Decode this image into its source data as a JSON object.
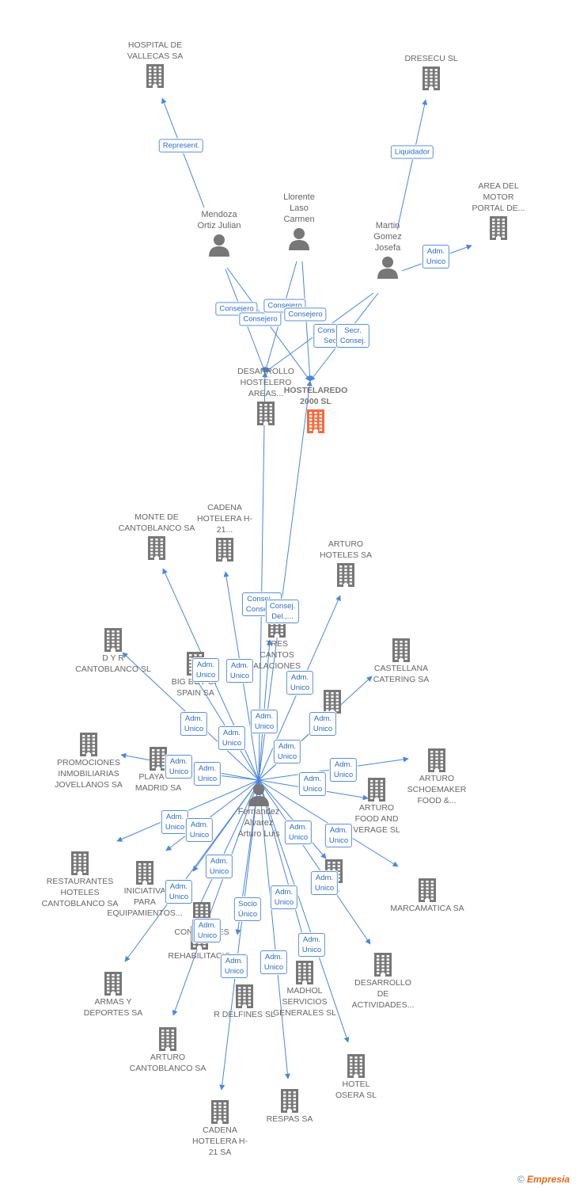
{
  "colors": {
    "edge": "#4a86d8",
    "node": "#777777",
    "main": "#f26a3c",
    "rel_border": "#5b8fd6",
    "rel_text": "#2e6bc0"
  },
  "brand": {
    "copyright": "©",
    "name": "Empresia"
  },
  "nodes": [
    {
      "id": "hospital",
      "label": "HOSPITAL DE\nVALLECAS SA",
      "type": "company"
    },
    {
      "id": "dresecu",
      "label": "DRESECU SL",
      "type": "company"
    },
    {
      "id": "areamotor",
      "label": "AREA DEL\nMOTOR\nPORTAL DE...",
      "type": "company"
    },
    {
      "id": "mendoza",
      "label": "Mendoza\nOrtiz Julian",
      "type": "person"
    },
    {
      "id": "llorente",
      "label": "Llorente\nLaso\nCarmen",
      "type": "person"
    },
    {
      "id": "martin",
      "label": "Martin\nGomez\nJosefa",
      "type": "person"
    },
    {
      "id": "desarrollo_h",
      "label": "DESARROLLO\nHOSTELERO\nAREAS...",
      "type": "company"
    },
    {
      "id": "hostelaredo",
      "label": "HOSTELAREDO\n2000 SL",
      "type": "main"
    },
    {
      "id": "monte",
      "label": "MONTE DE\nCANTOBLANCO SA",
      "type": "company"
    },
    {
      "id": "cadena_top",
      "label": "CADENA\nHOTELERA H-\n21...",
      "type": "company"
    },
    {
      "id": "arturo_hoteles",
      "label": "ARTURO\nHOTELES SA",
      "type": "company"
    },
    {
      "id": "dyr",
      "label": "D Y R\nCANTOBLANCO SL",
      "type": "company"
    },
    {
      "id": "bigboy",
      "label": "BIG BOY OF\nSPAIN SA",
      "type": "company"
    },
    {
      "id": "tres",
      "label": "TRES\nCANTOS\nALACIONES",
      "type": "company"
    },
    {
      "id": "castellana",
      "label": "CASTELLANA\nCATERING SA",
      "type": "company"
    },
    {
      "id": "sl_partial",
      "label": "L\nSL",
      "type": "company"
    },
    {
      "id": "promociones",
      "label": "PROMOCIONES\nINMOBILIARIAS\nJOVELLANOS SA",
      "type": "company"
    },
    {
      "id": "playa",
      "label": "PLAYA DE\nMADRID SA",
      "type": "company"
    },
    {
      "id": "schoemaker",
      "label": "ARTURO\nSCHOEMAKER\nFOOD &...",
      "type": "company"
    },
    {
      "id": "food",
      "label": "ARTURO\nFOOD AND\nVERAGE SL",
      "type": "company"
    },
    {
      "id": "fernandez",
      "label": "Fernandez\nAlvarez\nArturo Luis",
      "type": "person"
    },
    {
      "id": "restaurantes",
      "label": "RESTAURANTES\nHOTELES\nCANTOBLANCO SA",
      "type": "company"
    },
    {
      "id": "iniciativas",
      "label": "INICIATIVA\nPARA\nEQUIPAMIENTOS...",
      "type": "company"
    },
    {
      "id": "construcciones",
      "label": "CONST   ONES",
      "type": "company"
    },
    {
      "id": "sa_partial",
      "label": "SA",
      "type": "company"
    },
    {
      "id": "marcamatica",
      "label": "MARCAMATICA SA",
      "type": "company"
    },
    {
      "id": "rehabilitacion",
      "label": "REHABILITACIO",
      "type": "company"
    },
    {
      "id": "armas",
      "label": "ARMAS Y\nDEPORTES SA",
      "type": "company"
    },
    {
      "id": "delfines",
      "label": "R DELFINES SL",
      "type": "company"
    },
    {
      "id": "madhol",
      "label": "MADHOL\nSERVICIOS\nGENERALES SL",
      "type": "company"
    },
    {
      "id": "desarrollo_act",
      "label": "DESARROLLO\nDE\nACTIVIDADES...",
      "type": "company"
    },
    {
      "id": "arturo_canto",
      "label": "ARTURO\nCANTOBLANCO SA",
      "type": "company"
    },
    {
      "id": "cadena_bot",
      "label": "CADENA\nHOTELERA H-\n21 SA",
      "type": "company"
    },
    {
      "id": "respas",
      "label": "RESPAS SA",
      "type": "company"
    },
    {
      "id": "osera",
      "label": "HOTEL\nOSERA SL",
      "type": "company"
    }
  ],
  "edges": [
    {
      "from": "mendoza",
      "to": "hospital",
      "label": "Represent."
    },
    {
      "from": "martin",
      "to": "dresecu",
      "label": "Liquidador"
    },
    {
      "from": "martin",
      "to": "areamotor",
      "label": "Adm.\nUnico"
    },
    {
      "from": "mendoza",
      "to": "desarrollo_h",
      "label": "Consejero"
    },
    {
      "from": "mendoza",
      "to": "hostelaredo",
      "label": "Consejero"
    },
    {
      "from": "llorente",
      "to": "desarrollo_h",
      "label": "Consejero"
    },
    {
      "from": "llorente",
      "to": "hostelaredo",
      "label": "Consejero"
    },
    {
      "from": "martin",
      "to": "desarrollo_h",
      "label": "Consej. ,\nSecr."
    },
    {
      "from": "martin",
      "to": "hostelaredo",
      "label": "Secr.\nConsej."
    },
    {
      "from": "fernandez",
      "to": "desarrollo_h",
      "label": "Consej. ,\nConsej...."
    },
    {
      "from": "fernandez",
      "to": "hostelaredo",
      "label": "Consej.\nDel.,..."
    },
    {
      "from": "fernandez",
      "to": "monte",
      "label": "Adm.\nUnico"
    },
    {
      "from": "fernandez",
      "to": "cadena_top",
      "label": "Adm.\nUnico"
    },
    {
      "from": "fernandez",
      "to": "arturo_hoteles",
      "label": "Adm.\nUnico"
    },
    {
      "from": "fernandez",
      "to": "dyr",
      "label": "Adm.\nUnico"
    },
    {
      "from": "fernandez",
      "to": "bigboy",
      "label": "Adm.\nUnico"
    },
    {
      "from": "fernandez",
      "to": "tres",
      "label": "Adm.\nUnico"
    },
    {
      "from": "fernandez",
      "to": "castellana",
      "label": "Adm.\nUnico"
    },
    {
      "from": "fernandez",
      "to": "sl_partial",
      "label": "Adm.\nUnico"
    },
    {
      "from": "fernandez",
      "to": "promociones",
      "label": "Adm.\nUnico"
    },
    {
      "from": "fernandez",
      "to": "playa",
      "label": "Adm.\nUnico"
    },
    {
      "from": "fernandez",
      "to": "schoemaker",
      "label": "Adm.\nUnico"
    },
    {
      "from": "fernandez",
      "to": "food",
      "label": "Adm.\nUnico"
    },
    {
      "from": "fernandez",
      "to": "restaurantes",
      "label": "Adm.\nUnico"
    },
    {
      "from": "fernandez",
      "to": "iniciativas",
      "label": "Adm.\nUnico"
    },
    {
      "from": "fernandez",
      "to": "construcciones",
      "label": "Adm.\nUnico"
    },
    {
      "from": "fernandez",
      "to": "sa_partial",
      "label": "Adm.\nUnico"
    },
    {
      "from": "fernandez",
      "to": "marcamatica",
      "label": "Adm.\nUnico"
    },
    {
      "from": "fernandez",
      "to": "rehabilitacion",
      "label": "Adm.\nUnico"
    },
    {
      "from": "fernandez",
      "to": "armas",
      "label": "Adm.\nUnico"
    },
    {
      "from": "fernandez",
      "to": "delfines",
      "label": "Adm.\nUnico"
    },
    {
      "from": "fernandez",
      "to": "madhol",
      "label": "Socio\nÚnico"
    },
    {
      "from": "fernandez",
      "to": "desarrollo_act",
      "label": "Adm.\nUnico"
    },
    {
      "from": "fernandez",
      "to": "arturo_canto",
      "label": "Adm.\nUnico"
    },
    {
      "from": "fernandez",
      "to": "cadena_bot",
      "label": "Adm.\nUnico"
    },
    {
      "from": "fernandez",
      "to": "respas",
      "label": "Adm.\nUnico"
    },
    {
      "from": "fernandez",
      "to": "osera",
      "label": "Adm.\nUnico"
    }
  ]
}
